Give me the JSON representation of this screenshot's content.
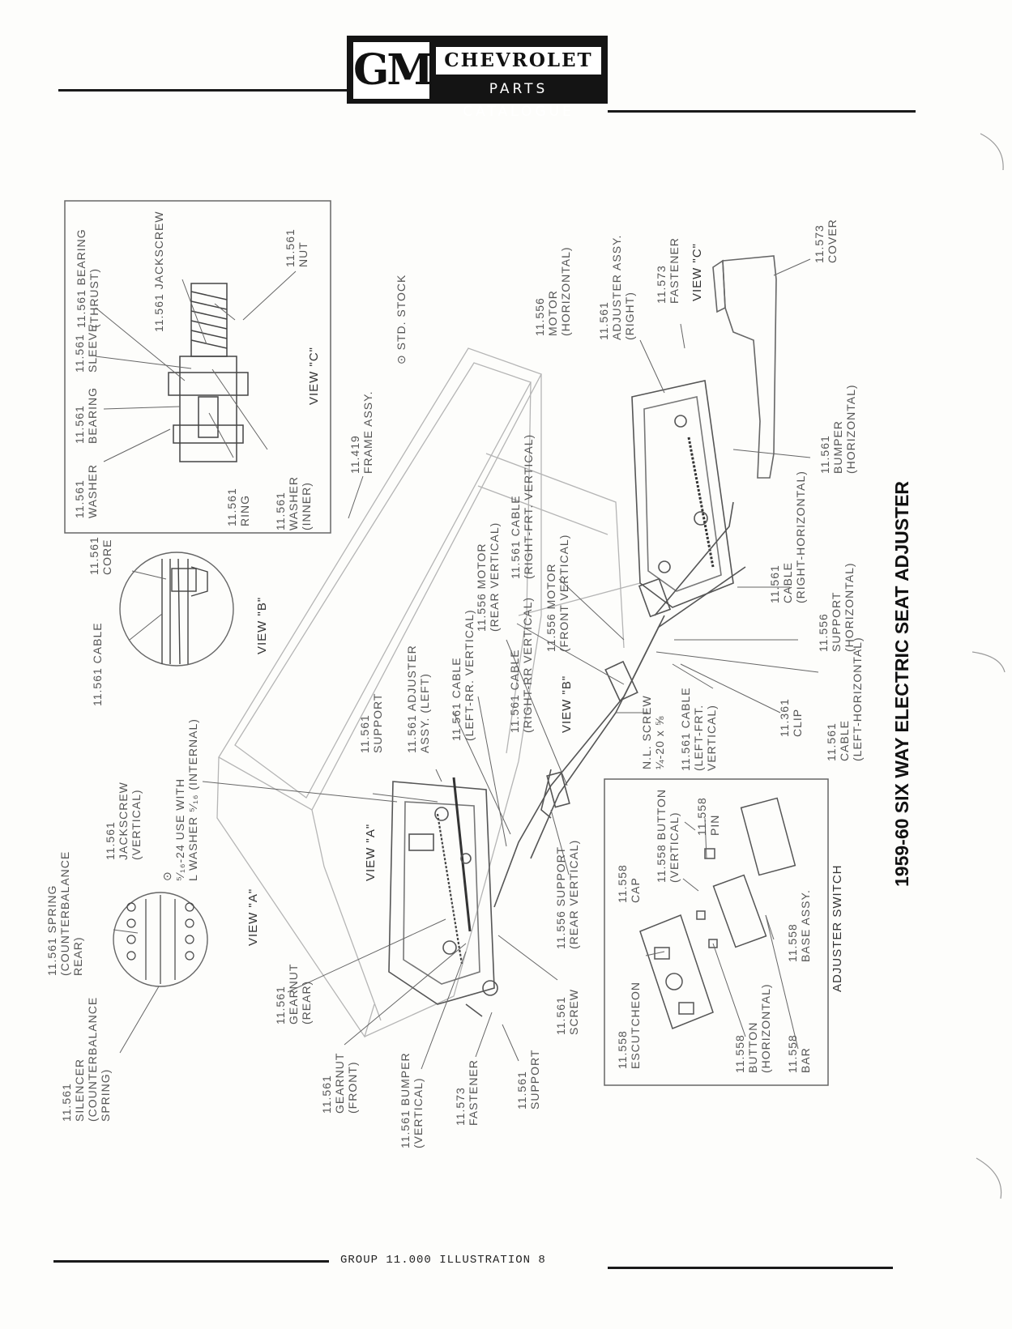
{
  "header": {
    "logo_text": "GM",
    "brand": "CHEVROLET",
    "subtitle": "PARTS CATALOGUE"
  },
  "title": "1959-60 SIX WAY ELECTRIC SEAT ADJUSTER",
  "footer": "GROUP 11.000 ILLUSTRATION 8",
  "legend": "⊙ STD. STOCK",
  "views": {
    "a": "VIEW \"A\"",
    "b": "VIEW \"B\"",
    "c": "VIEW \"C\"",
    "a_inline": "VIEW \"A\"",
    "b_inline": "VIEW \"B\"",
    "c_inline": "VIEW \"C\""
  },
  "panel_titles": {
    "adjuster_switch": "ADJUSTER SWITCH"
  },
  "callouts": {
    "bearing_thrust": "11.561 BEARING\n(THRUST)",
    "jackscrew_c": "11.561 JACKSCREW",
    "sleeve": "11.561\nSLEEVE",
    "bearing": "11.561\nBEARING",
    "washer": "11.561\nWASHER",
    "ring": "11.561\nRING",
    "washer_inner": "11.561\nWASHER\n(INNER)",
    "nut": "11.561\nNUT",
    "core": "11.561\nCORE",
    "cable_b": "11.561 CABLE",
    "frame_assy": "11.419\nFRAME ASSY.",
    "motor_horizontal": "11.556\nMOTOR\n(HORIZONTAL)",
    "adjuster_right": "11.561\nADJUSTER ASSY.\n(RIGHT)",
    "fastener_top": "11.573\nFASTENER",
    "cover": "11.573\nCOVER",
    "bumper_horizontal": "11.561\nBUMPER\n(HORIZONTAL)",
    "cable_right_horizontal": "11.561\nCABLE\n(RIGHT-HORIZONTAL)",
    "support_horizontal": "11.556\nSUPPORT\n(HORIZONTAL)",
    "cable_left_horizontal": "11.561\nCABLE\n(LEFT-HORIZONTAL)",
    "clip": "11.361\nCLIP",
    "cable_left_frt_vertical": "11.561 CABLE\n(LEFT-FRT.\nVERTICAL)",
    "screw_nl": "N.L. SCREW\n¼-20 x ⅝",
    "cable_right_frt_vertical": "11.561 CABLE\n(RIGHT-FRT. VERTICAL)",
    "motor_rear_vertical": "11.556 MOTOR\n(REAR VERTICAL)",
    "motor_front_vertical": "11.556 MOTOR\n(FRONT VERTICAL)",
    "cable_right_rr_vertical": "11.561 CABLE\n(RIGHT-RR VERTICAL)",
    "cable_left_rr_vertical": "11.561 CABLE\n(LEFT-RR. VERTICAL)",
    "adjuster_left": "11.561 ADJUSTER\nASSY. (LEFT)",
    "support_a": "11.561\nSUPPORT",
    "jackscrew_vertical": "11.561\nJACKSCREW\n(VERTICAL)",
    "bolt_note": "⊙\n⁵⁄₁₆-24 USE WITH\nL WASHER ⁵⁄₁₆ (INTERNAL)",
    "spring_counterbalance": "11.561 SPRING\n(COUNTERBALANCE\nREAR)",
    "silencer": "11.561\nSILENCER\n(COUNTERBALANCE\nSPRING)",
    "gearnut_rear": "11.561\nGEARNUT\n(REAR)",
    "gearnut_front": "11.561\nGEARNUT\n(FRONT)",
    "bumper_vertical": "11.561 BUMPER\n(VERTICAL)",
    "fastener_bottom": "11.573\nFASTENER",
    "support_bottom": "11.561\nSUPPORT",
    "screw_bottom": "11.561\nSCREW",
    "support_rear_vertical": "11.556 SUPPORT\n(REAR VERTICAL)",
    "escutcheon": "11.558\nESCUTCHEON",
    "cap": "11.558\nCAP",
    "button_vertical": "11.558 BUTTON\n(VERTICAL)",
    "pin": "11.558\nPIN",
    "base_assy": "11.558\nBASE ASSY.",
    "button_horizontal": "11.558\nBUTTON\n(HORIZONTAL)",
    "bar": "11.558\nBAR"
  }
}
